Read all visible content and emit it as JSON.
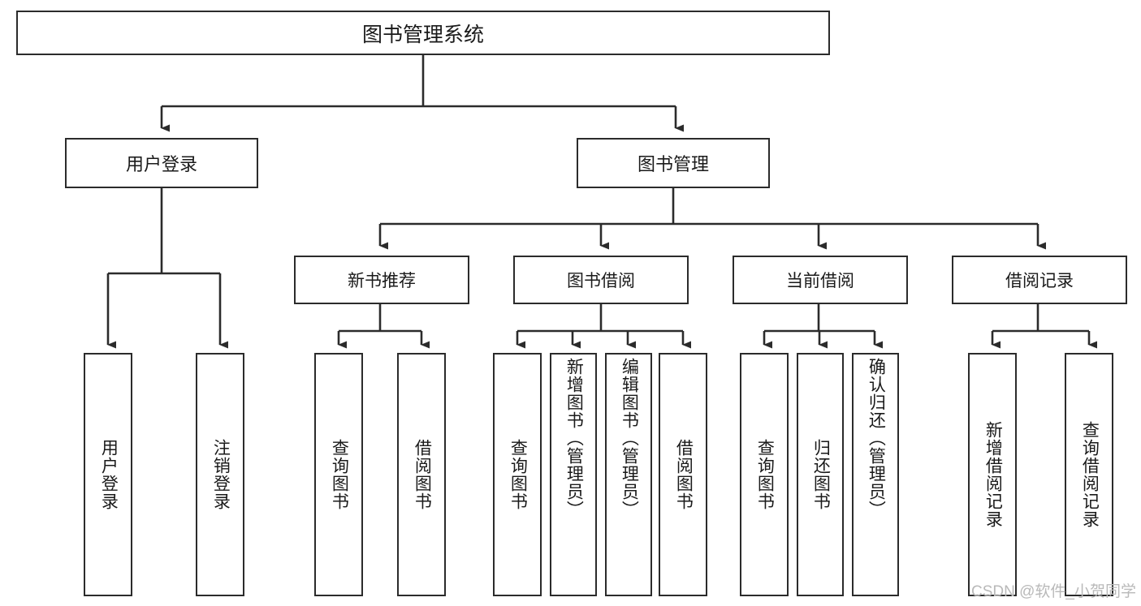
{
  "diagram": {
    "type": "tree-hierarchy-chart",
    "title": "图书管理系统",
    "root": {
      "label": "图书管理系统"
    },
    "level2": [
      {
        "id": "user-login",
        "label": "用户登录"
      },
      {
        "id": "book-management",
        "label": "图书管理"
      }
    ],
    "level3": [
      {
        "id": "new-book-recommend",
        "label": "新书推荐",
        "parent": "book-management"
      },
      {
        "id": "book-borrow",
        "label": "图书借阅",
        "parent": "book-management"
      },
      {
        "id": "current-borrow",
        "label": "当前借阅",
        "parent": "book-management"
      },
      {
        "id": "borrow-record",
        "label": "借阅记录",
        "parent": "book-management"
      }
    ],
    "leaves": {
      "user-login": [
        {
          "id": "leaf-user-login",
          "label": "用户登录"
        },
        {
          "id": "leaf-user-logout",
          "label": "注销登录"
        }
      ],
      "new-book-recommend": [
        {
          "id": "leaf-query-book-1",
          "label": "查询图书"
        },
        {
          "id": "leaf-borrow-book-1",
          "label": "借阅图书"
        }
      ],
      "book-borrow": [
        {
          "id": "leaf-query-book-2",
          "label": "查询图书"
        },
        {
          "id": "leaf-add-book",
          "label": "新增图书（管理员）"
        },
        {
          "id": "leaf-edit-book",
          "label": "编辑图书（管理员）"
        },
        {
          "id": "leaf-borrow-book-2",
          "label": "借阅图书"
        }
      ],
      "current-borrow": [
        {
          "id": "leaf-query-book-3",
          "label": "查询图书"
        },
        {
          "id": "leaf-return-book",
          "label": "归还图书"
        },
        {
          "id": "leaf-confirm-return",
          "label": "确认归还（管理员）"
        }
      ],
      "borrow-record": [
        {
          "id": "leaf-add-borrow-record",
          "label": "新增借阅记录"
        },
        {
          "id": "leaf-query-borrow-record",
          "label": "查询借阅记录"
        }
      ]
    },
    "colors": {
      "stroke": "#2b2b2b",
      "fill": "#ffffff",
      "text": "#1a1a1a",
      "watermark": "#b9b9b9"
    }
  },
  "watermark": {
    "text": "CSDN @软件_小贺同学"
  }
}
